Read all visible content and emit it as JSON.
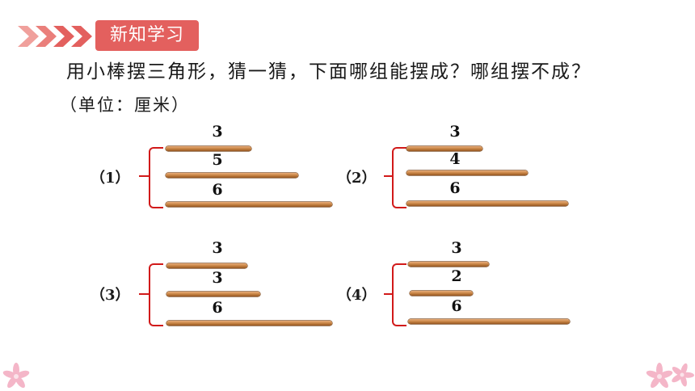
{
  "header": {
    "badge_text": "新知学习"
  },
  "question": {
    "text": "用小棒摆三角形，猜一猜，下面哪组能摆成？哪组摆不成？",
    "unit": "（单位：厘米）"
  },
  "groups": [
    {
      "label": "（1）",
      "lengths": [
        "3",
        "5",
        "6"
      ]
    },
    {
      "label": "（2）",
      "lengths": [
        "3",
        "4",
        "6"
      ]
    },
    {
      "label": "（3）",
      "lengths": [
        "3",
        "3",
        "6"
      ]
    },
    {
      "label": "（4）",
      "lengths": [
        "3",
        "2",
        "6"
      ]
    }
  ],
  "colors": {
    "accent": "#e3605e",
    "bracket": "#d11a1a",
    "stick": "#c98545",
    "flower": "#f4b6c8"
  }
}
